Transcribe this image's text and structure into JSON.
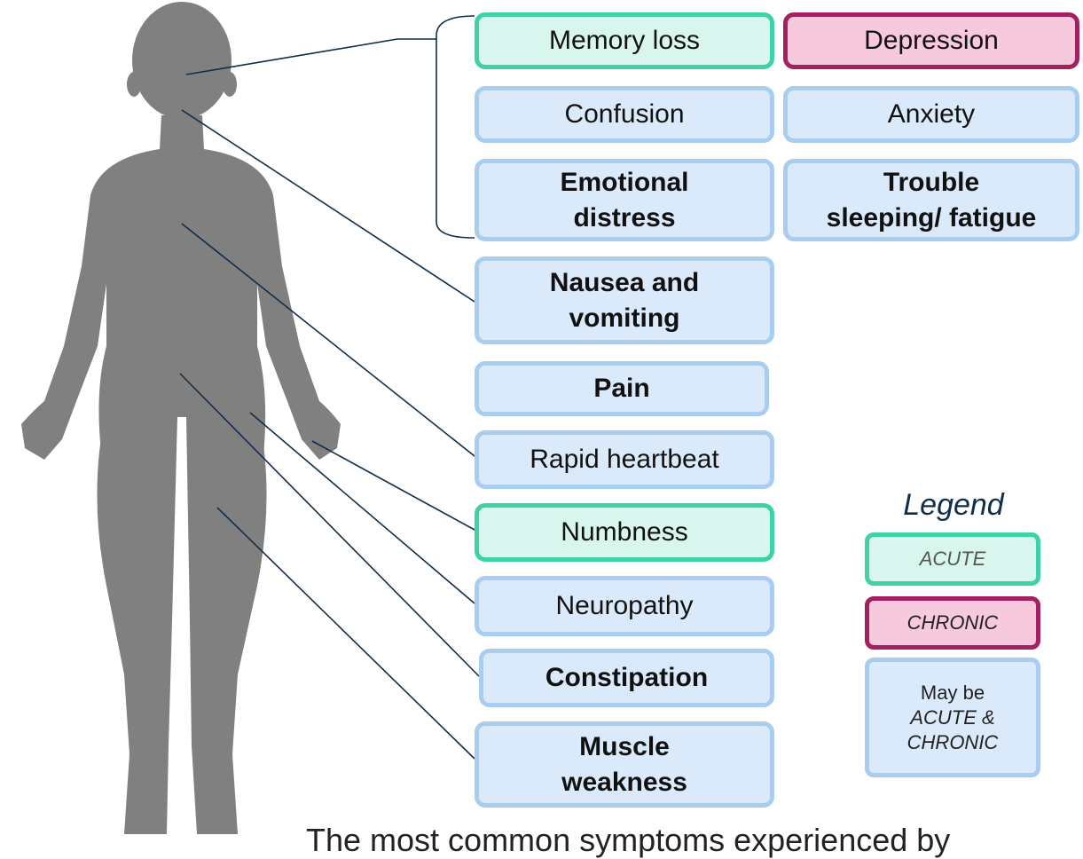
{
  "symptoms": {
    "memory_loss": "Memory loss",
    "depression": "Depression",
    "confusion": "Confusion",
    "anxiety": "Anxiety",
    "emotional_distress_1": "Emotional",
    "emotional_distress_2": "distress",
    "trouble_sleeping_1": "Trouble",
    "trouble_sleeping_2": "sleeping/ fatigue",
    "nausea_1": "Nausea and",
    "nausea_2": "vomiting",
    "pain": "Pain",
    "rapid_heartbeat": "Rapid heartbeat",
    "numbness": "Numbness",
    "neuropathy": "Neuropathy",
    "constipation": "Constipation",
    "muscle_weakness_1": "Muscle",
    "muscle_weakness_2": "weakness"
  },
  "legend": {
    "title": "Legend",
    "acute": "ACUTE",
    "chronic": "CHRONIC",
    "both_line1": "May be",
    "both_line2": "ACUTE &",
    "both_line3": "CHRONIC"
  },
  "caption": "The most common symptoms experienced by",
  "colors": {
    "silhouette": "#808080",
    "line": "#0f2e4a",
    "acute_border": "#3fd2a6",
    "acute_fill": "#d9f6ee",
    "chronic_border": "#a32160",
    "chronic_fill": "#f6c9dc",
    "both_border": "#a9cdee",
    "both_fill": "#dbeafb"
  }
}
